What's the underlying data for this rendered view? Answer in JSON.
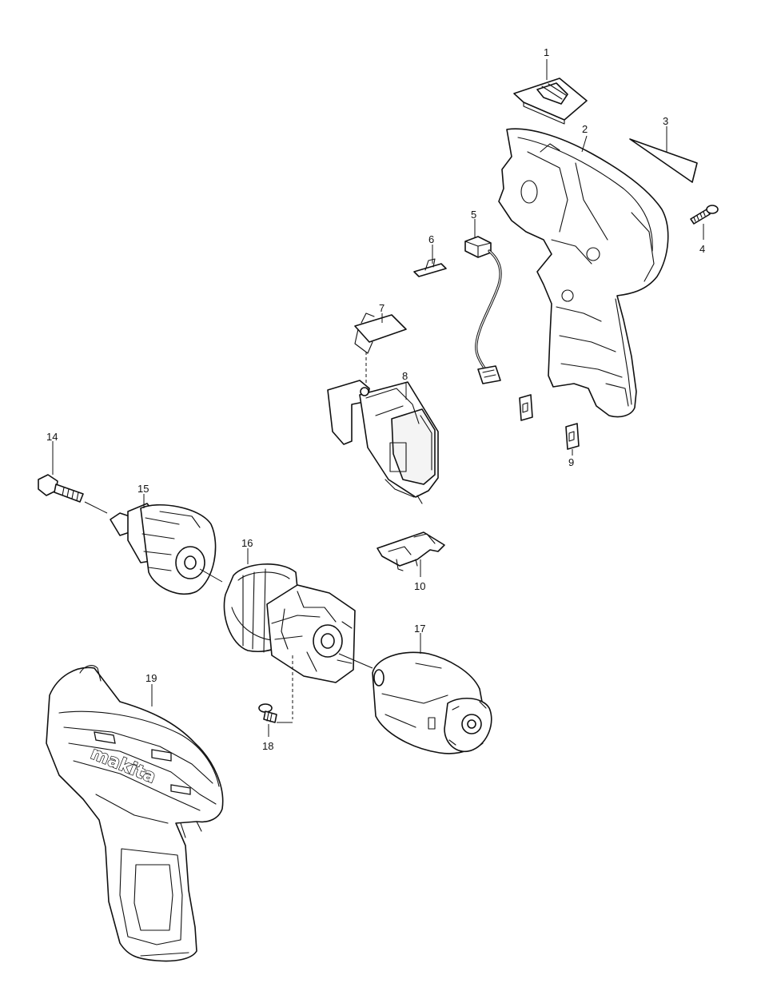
{
  "callouts": {
    "c1": "1",
    "c2": "2",
    "c3": "3",
    "c4": "4",
    "c5": "5",
    "c6": "6",
    "c7": "7",
    "c8": "8",
    "c9": "9",
    "c10": "10",
    "c14": "14",
    "c15": "15",
    "c16": "16",
    "c17": "17",
    "c18": "18",
    "c19": "19"
  },
  "housing_brand": "makita",
  "colors": {
    "line": "#111111",
    "background": "#ffffff"
  }
}
